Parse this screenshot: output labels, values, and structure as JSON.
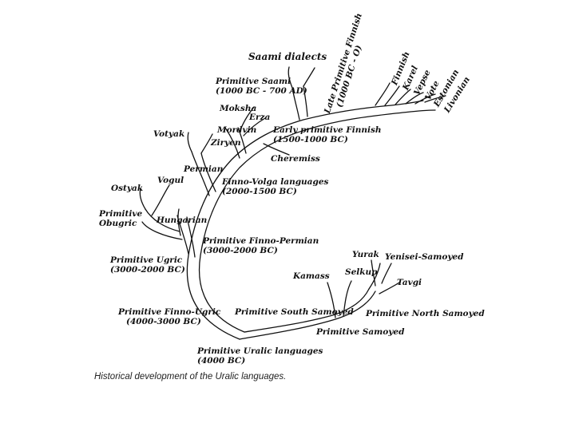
{
  "caption": "Historical development of the Uralic languages.",
  "labels": {
    "saami_dialects": "Saami dialects",
    "primitive_saami_1": "Primitive Saami",
    "primitive_saami_2": "(1000 BC - 700 AD)",
    "late_finnish_1": "Late Primitive Finnish",
    "late_finnish_2": "(1000 BC - O)",
    "finnish": "Finnish",
    "karel": "Karel",
    "vepse": "Vepse",
    "vote": "Vote",
    "estonian": "Estonian",
    "livonian": "Livonian",
    "moksha": "Moksha",
    "erza": "Erza",
    "mordvin": "Mordvin",
    "early_finnish_1": "Early primitive Finnish",
    "early_finnish_2": "(1500-1000 BC)",
    "votyak": "Votyak",
    "ziryen": "Ziryen",
    "cheremiss": "Cheremiss",
    "permian": "Permian",
    "ostyak": "Ostyak",
    "vogul": "Vogul",
    "finno_volga_1": "Finno-Volga languages",
    "finno_volga_2": "(2000-1500 BC)",
    "primitive_obugric_1": "Primitive",
    "primitive_obugric_2": "Obugric",
    "hungarian": "Hungarian",
    "finno_permian_1": "Primitive Finno-Permian",
    "finno_permian_2": "(3000-2000 BC)",
    "primitive_ugric_1": "Primitive Ugric",
    "primitive_ugric_2": "(3000-2000 BC)",
    "yurak": "Yurak",
    "yenisei": "Yenisei-Samoyed",
    "kamass": "Kamass",
    "selkup": "Selkup",
    "tavgi": "Tavgi",
    "finno_ugric_1": "Primitive Finno-Ugric",
    "finno_ugric_2": "(4000-3000 BC)",
    "south_samoyed": "Primitive South Samoyed",
    "north_samoyed": "Primitive North Samoyed",
    "primitive_samoyed": "Primitive Samoyed",
    "uralic_1": "Primitive Uralic languages",
    "uralic_2": "(4000 BC)"
  }
}
